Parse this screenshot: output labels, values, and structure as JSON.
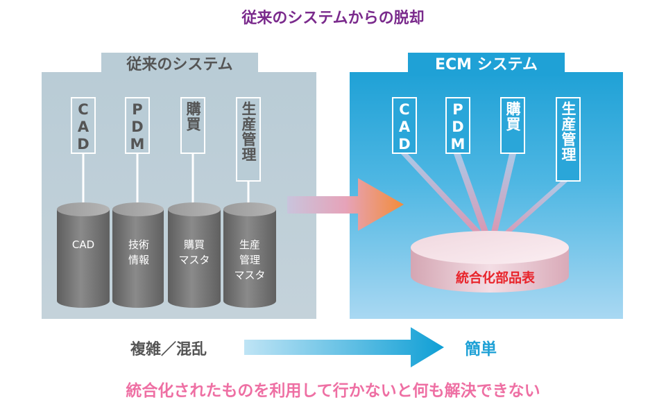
{
  "title": "従来のシステムからの脱却",
  "legacy": {
    "header": "従来のシステム",
    "boxes": [
      "CAD",
      "PDM",
      "購買",
      "生産管理"
    ],
    "databases": [
      [
        "CAD"
      ],
      [
        "技術",
        "情報"
      ],
      [
        "購買",
        "マスタ"
      ],
      [
        "生産",
        "管理",
        "マスタ"
      ]
    ]
  },
  "ecm": {
    "header": "ECM システム",
    "boxes": [
      "CAD",
      "PDM",
      "購買",
      "生産管理"
    ],
    "database": "統合化部品表"
  },
  "transition": {
    "from": "複雑／混乱",
    "to": "簡単"
  },
  "note": "統合化されたものを利用して行かないと何も解決できない",
  "colors": {
    "title": "#7a2a8c",
    "note": "#ee6fa3",
    "accent_blue": "#1fa1d6",
    "ecm_text": "#e8242b",
    "legacy_gray": "#555555"
  }
}
